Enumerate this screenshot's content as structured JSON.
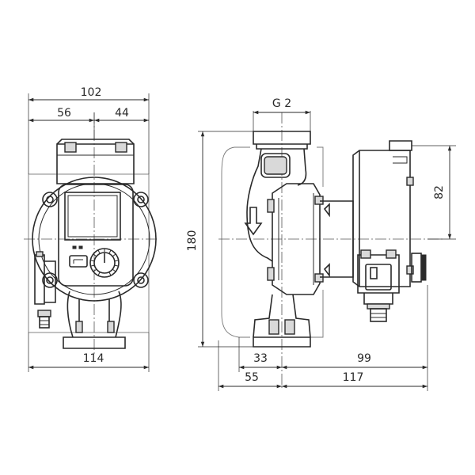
{
  "dimensions": {
    "front_width": "102",
    "front_left_offset": "56",
    "front_right_offset": "44",
    "front_base_width": "114",
    "thread": "G 2",
    "height": "180",
    "motor_height": "82",
    "side_inner_left": "33",
    "side_inner_right": "99",
    "side_outer_left": "55",
    "side_outer_right": "117"
  }
}
